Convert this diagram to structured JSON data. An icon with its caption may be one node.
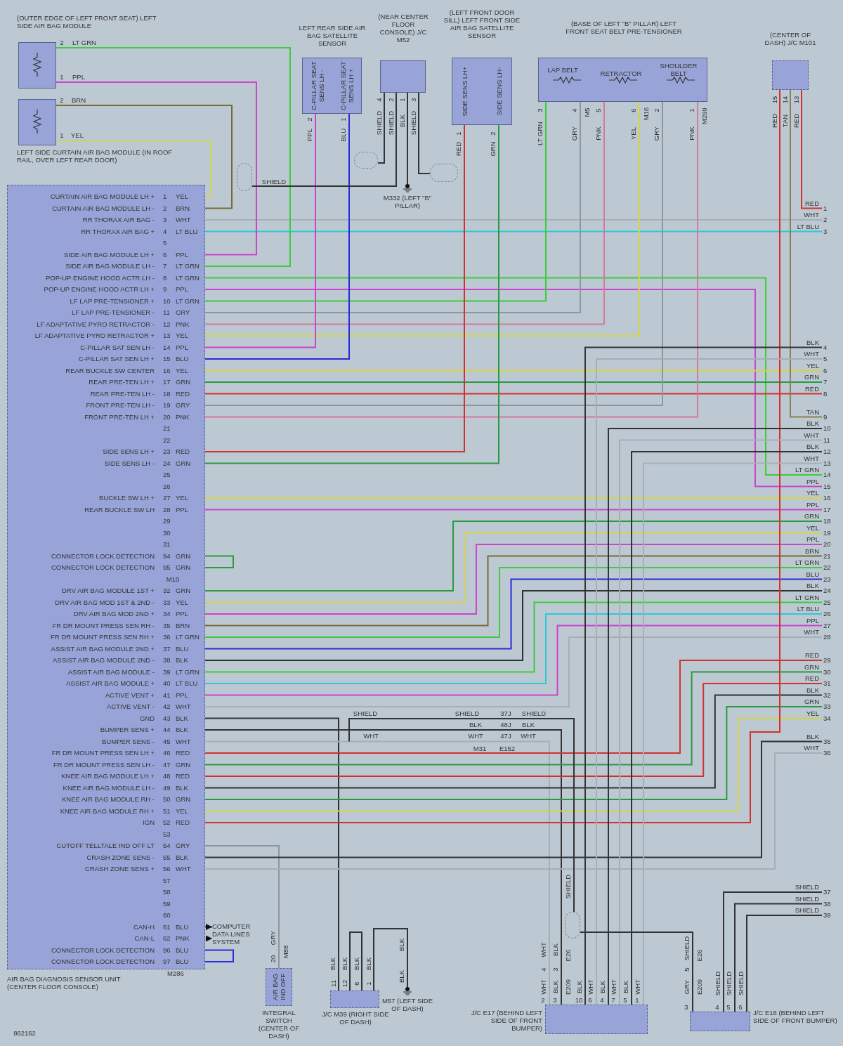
{
  "diagram": {
    "nodes": [
      {
        "text": [
          "(OUTER EDGE OF LEFT FRONT SEAT) LEFT SIDE AIR BAG MODULE"
        ]
      },
      {
        "text": [
          "LEFT SIDE CURTAIN AIR BAG MODULE (IN ROOF RAIL, OVER LEFT REAR DOOR)"
        ]
      },
      {
        "text": [
          "LEFT REAR SIDE AIR BAG SATELLITE SENSOR",
          "C-PILLAR SEAT SENS LH -",
          "C-PILLAR SEAT SENS LH +"
        ]
      },
      {
        "text": [
          "(NEAR CENTER FLOOR CONSOLE) J/C M52"
        ]
      },
      {
        "text": [
          "(LEFT FRONT DOOR SILL) LEFT FRONT SIDE AIR BAG SATELLITE SENSOR",
          "SIDE SENS LH+",
          "SIDE SENS LH-"
        ]
      },
      {
        "text": [
          "(BASE OF LEFT \"B\" PILLAR) LEFT FRONT SEAT BELT PRE-TENSIONER",
          "LAP BELT",
          "RETRACTOR",
          "SHOULDER BELT"
        ]
      },
      {
        "text": [
          "(CENTER OF DASH) J/C M101"
        ]
      },
      {
        "text": [
          "M332 (LEFT \"B\" PILLAR)"
        ]
      },
      {
        "text": [
          "AIR BAG DIAGNOSIS SENSOR UNIT (CENTER FLOOR CONSOLE)"
        ]
      },
      {
        "text": [
          "CURTAIN AIR BAG MODULE LH +",
          "1"
        ],
        "beside": [
          "YEL"
        ],
        "in": 8
      },
      {
        "text": [
          "CURTAIN AIR BAG MODULE LH -",
          "2"
        ],
        "beside": [
          "BRN"
        ],
        "in": 8
      },
      {
        "text": [
          "RR THORAX AIR BAG -",
          "3"
        ],
        "beside": [
          "WHT"
        ],
        "in": 8
      },
      {
        "text": [
          "RR THORAX AIR BAG +",
          "4"
        ],
        "beside": [
          "LT BLU"
        ],
        "in": 8
      },
      {
        "text": [
          "5"
        ],
        "in": 8
      },
      {
        "text": [
          "SIDE AIR BAG MODULE LH +",
          "6"
        ],
        "beside": [
          "PPL"
        ],
        "in": 8
      },
      {
        "text": [
          "SIDE AIR BAG MODULE LH -",
          "7"
        ],
        "beside": [
          "LT GRN"
        ],
        "in": 8
      },
      {
        "text": [
          "POP-UP ENGINE HOOD ACTR LH -",
          "8"
        ],
        "beside": [
          "LT GRN"
        ],
        "in": 8
      },
      {
        "text": [
          "POP-UP ENGINE HOOD ACTR LH +",
          "9"
        ],
        "beside": [
          "PPL"
        ],
        "in": 8
      },
      {
        "text": [
          "LF LAP PRE-TENSIONER +",
          "10"
        ],
        "beside": [
          "LT GRN"
        ],
        "in": 8
      },
      {
        "text": [
          "LF LAP PRE-TENSIONER -",
          "11"
        ],
        "beside": [
          "GRY"
        ],
        "in": 8
      },
      {
        "text": [
          "LF ADAPTATIVE PYRO RETRACTOR -",
          "12"
        ],
        "beside": [
          "PNK"
        ],
        "in": 8
      },
      {
        "text": [
          "LF ADAPTATIVE PYRO RETRACTOR +",
          "13"
        ],
        "beside": [
          "YEL"
        ],
        "in": 8
      },
      {
        "text": [
          "C-PILLAR SAT SEN LH -",
          "14"
        ],
        "beside": [
          "PPL"
        ],
        "in": 8
      },
      {
        "text": [
          "C-PILLAR SAT SEN LH +",
          "15"
        ],
        "beside": [
          "BLU"
        ],
        "in": 8
      },
      {
        "text": [
          "REAR BUCKLE SW CENTER",
          "16"
        ],
        "beside": [
          "YEL"
        ],
        "in": 8
      },
      {
        "text": [
          "REAR PRE-TEN LH +",
          "17"
        ],
        "beside": [
          "GRN"
        ],
        "in": 8
      },
      {
        "text": [
          "REAR PRE-TEN LH -",
          "18"
        ],
        "beside": [
          "RED"
        ],
        "in": 8
      },
      {
        "text": [
          "FRONT PRE-TEN LH -",
          "19"
        ],
        "beside": [
          "GRY"
        ],
        "in": 8
      },
      {
        "text": [
          "FRONT PRE-TEN LH +",
          "20"
        ],
        "beside": [
          "PNK"
        ],
        "in": 8
      },
      {
        "text": [
          "21"
        ],
        "in": 8
      },
      {
        "text": [
          "22"
        ],
        "in": 8
      },
      {
        "text": [
          "SIDE SENS LH +",
          "23"
        ],
        "beside": [
          "RED"
        ],
        "in": 8
      },
      {
        "text": [
          "SIDE SENS LH -",
          "24"
        ],
        "beside": [
          "GRN"
        ],
        "in": 8
      },
      {
        "text": [
          "25"
        ],
        "in": 8
      },
      {
        "text": [
          "26"
        ],
        "in": 8
      },
      {
        "text": [
          "BUCKLE SW LH +",
          "27"
        ],
        "beside": [
          "YEL"
        ],
        "in": 8
      },
      {
        "text": [
          "REAR BUCKLE SW LH",
          "28"
        ],
        "beside": [
          "PPL"
        ],
        "in": 8
      },
      {
        "text": [
          "29"
        ],
        "in": 8
      },
      {
        "text": [
          "30"
        ],
        "in": 8
      },
      {
        "text": [
          "31"
        ],
        "in": 8
      },
      {
        "text": [
          "CONNECTOR LOCK DETECTION",
          "94"
        ],
        "beside": [
          "GRN"
        ],
        "in": 8
      },
      {
        "text": [
          "CONNECTOR LOCK DETECTION",
          "95"
        ],
        "beside": [
          "GRN"
        ],
        "in": 8
      },
      {
        "text": [
          "DRV AIR BAG MODULE 1ST +",
          "32"
        ],
        "beside": [
          "GRN"
        ],
        "in": 8
      },
      {
        "text": [
          "DRV AIR BAG MOD 1ST & 2ND -",
          "33"
        ],
        "beside": [
          "YEL"
        ],
        "in": 8
      },
      {
        "text": [
          "DRV AIR BAG MOD 2ND +",
          "34"
        ],
        "beside": [
          "PPL"
        ],
        "in": 8
      },
      {
        "text": [
          "FR DR MOUNT PRESS SEN RH -",
          "35"
        ],
        "beside": [
          "BRN"
        ],
        "in": 8
      },
      {
        "text": [
          "FR DR MOUNT PRESS SEN RH +",
          "36"
        ],
        "beside": [
          "LT GRN"
        ],
        "in": 8
      },
      {
        "text": [
          "ASSIST AIR BAG MODULE 2ND +",
          "37"
        ],
        "beside": [
          "BLU"
        ],
        "in": 8
      },
      {
        "text": [
          "ASSIST AIR BAG MODULE 2ND -",
          "38"
        ],
        "beside": [
          "BLK"
        ],
        "in": 8
      },
      {
        "text": [
          "ASSIST AIR BAG MODULE -",
          "39"
        ],
        "beside": [
          "LT GRN"
        ],
        "in": 8
      },
      {
        "text": [
          "ASSIST AIR BAG MODULE +",
          "40"
        ],
        "beside": [
          "LT BLU"
        ],
        "in": 8
      },
      {
        "text": [
          "ACTIVE VENT +",
          "41"
        ],
        "beside": [
          "PPL"
        ],
        "in": 8
      },
      {
        "text": [
          "ACTIVE VENT -",
          "42"
        ],
        "beside": [
          "WHT"
        ],
        "in": 8
      },
      {
        "text": [
          "GND",
          "43"
        ],
        "beside": [
          "BLK"
        ],
        "in": 8
      },
      {
        "text": [
          "BUMPER SENS +",
          "44"
        ],
        "beside": [
          "BLK"
        ],
        "in": 8
      },
      {
        "text": [
          "BUMPER SENS -",
          "45"
        ],
        "beside": [
          "WHT"
        ],
        "in": 8
      },
      {
        "text": [
          "FR DR MOUNT PRESS SEN LH +",
          "46"
        ],
        "beside": [
          "RED"
        ],
        "in": 8
      },
      {
        "text": [
          "FR DR MOUNT PRESS SEN LH -",
          "47"
        ],
        "beside": [
          "GRN"
        ],
        "in": 8
      },
      {
        "text": [
          "KNEE AIR BAG MODULE LH +",
          "48"
        ],
        "beside": [
          "RED"
        ],
        "in": 8
      },
      {
        "text": [
          "KNEE AIR BAG MODULE LH -",
          "49"
        ],
        "beside": [
          "BLK"
        ],
        "in": 8
      },
      {
        "text": [
          "KNEE AIR BAG MODULE RH -",
          "50"
        ],
        "beside": [
          "GRN"
        ],
        "in": 8
      },
      {
        "text": [
          "KNEE AIR BAG MODULE RH +",
          "51"
        ],
        "beside": [
          "YEL"
        ],
        "in": 8
      },
      {
        "text": [
          "IGN",
          "52"
        ],
        "beside": [
          "RED"
        ],
        "in": 8
      },
      {
        "text": [
          "53"
        ],
        "in": 8
      },
      {
        "text": [
          "CUTOFF TELLTALE IND OFF LT",
          "54"
        ],
        "beside": [
          "GRY"
        ],
        "in": 8
      },
      {
        "text": [
          "CRASH ZONE SENS -",
          "55"
        ],
        "beside": [
          "BLK"
        ],
        "in": 8
      },
      {
        "text": [
          "CRASH ZONE SENS +",
          "56"
        ],
        "beside": [
          "WHT"
        ],
        "in": 8
      },
      {
        "text": [
          "57"
        ],
        "in": 8
      },
      {
        "text": [
          "58"
        ],
        "in": 8
      },
      {
        "text": [
          "59"
        ],
        "in": 8
      },
      {
        "text": [
          "60"
        ],
        "in": 8
      },
      {
        "text": [
          "CAN-H",
          "61"
        ],
        "beside": [
          "BLU"
        ],
        "in": 8
      },
      {
        "text": [
          "CAN-L",
          "62"
        ],
        "beside": [
          "PNK"
        ],
        "in": 8
      },
      {
        "text": [
          "CONNECTOR LOCK DETECTION",
          "96"
        ],
        "beside": [
          "BLU"
        ],
        "in": 8
      },
      {
        "text": [
          "CONNECTOR LOCK DETECTION",
          "97"
        ],
        "beside": [
          "BLU"
        ],
        "in": 8
      },
      {
        "text": [
          "COMPUTER DATA LINES SYSTEM"
        ]
      },
      {
        "text": [
          "AIR BAG IND OFF",
          "INTEGRAL SWITCH (CENTER OF DASH)"
        ]
      },
      {
        "text": [
          "J/C M39 (RIGHT SIDE OF DASH)"
        ]
      },
      {
        "text": [
          "M57 (LEFT SIDE OF DASH)"
        ]
      },
      {
        "text": [
          "J/C E17 (BEHIND LEFT SIDE OF FRONT BUMPER)"
        ]
      },
      {
        "text": [
          "J/C E18 (BEHIND LEFT SIDE OF FRONT BUMPER)"
        ]
      },
      {
        "text": [
          "1"
        ]
      },
      {
        "text": [
          "2"
        ]
      },
      {
        "text": [
          "3"
        ]
      },
      {
        "text": [
          "4"
        ]
      },
      {
        "text": [
          "5"
        ]
      },
      {
        "text": [
          "6"
        ]
      },
      {
        "text": [
          "7"
        ]
      },
      {
        "text": [
          "8"
        ]
      },
      {
        "text": [
          "9"
        ]
      },
      {
        "text": [
          "10"
        ]
      },
      {
        "text": [
          "11"
        ]
      },
      {
        "text": [
          "12"
        ]
      },
      {
        "text": [
          "13"
        ]
      },
      {
        "text": [
          "14"
        ]
      },
      {
        "text": [
          "15"
        ]
      },
      {
        "text": [
          "16"
        ]
      },
      {
        "text": [
          "17"
        ]
      },
      {
        "text": [
          "18"
        ]
      },
      {
        "text": [
          "19"
        ]
      },
      {
        "text": [
          "20"
        ]
      },
      {
        "text": [
          "21"
        ]
      },
      {
        "text": [
          "22"
        ]
      },
      {
        "text": [
          "23"
        ]
      },
      {
        "text": [
          "24"
        ]
      },
      {
        "text": [
          "25"
        ]
      },
      {
        "text": [
          "26"
        ]
      },
      {
        "text": [
          "27"
        ]
      },
      {
        "text": [
          "28"
        ]
      },
      {
        "text": [
          "29"
        ]
      },
      {
        "text": [
          "30"
        ]
      },
      {
        "text": [
          "31"
        ]
      },
      {
        "text": [
          "32"
        ]
      },
      {
        "text": [
          "33"
        ]
      },
      {
        "text": [
          "34"
        ]
      },
      {
        "text": [
          "35"
        ]
      },
      {
        "text": [
          "36"
        ]
      },
      {
        "text": [
          "37"
        ]
      },
      {
        "text": [
          "38"
        ]
      },
      {
        "text": [
          "39"
        ]
      },
      {
        "text": [],
        "shape": "oval"
      },
      {
        "text": [],
        "shape": "oval"
      },
      {
        "text": [],
        "shape": "oval"
      },
      {
        "text": [],
        "shape": "oval"
      }
    ],
    "edges": [
      {
        "from": 9,
        "to": 1,
        "arrow": "none",
        "label": "YEL",
        "color": "#d4d44a"
      },
      {
        "from": 10,
        "to": 1,
        "arrow": "none",
        "label": "BRN",
        "color": "#7b6838"
      },
      {
        "from": 11,
        "to": 82,
        "arrow": "none",
        "label": "WHT",
        "color": "#a8aeb4"
      },
      {
        "from": 12,
        "to": 83,
        "arrow": "none",
        "label": "LT BLU",
        "color": "#2ec8d8"
      },
      {
        "from": 14,
        "to": 0,
        "arrow": "none",
        "label": "PPL",
        "color": "#cc44cc"
      },
      {
        "from": 15,
        "to": 0,
        "arrow": "none",
        "label": "LT GRN",
        "color": "#3ccc3c"
      },
      {
        "from": 16,
        "to": 94,
        "arrow": "none",
        "label": "LT GRN",
        "color": "#3ccc3c"
      },
      {
        "from": 17,
        "to": 95,
        "arrow": "none",
        "label": "PPL",
        "color": "#cc44cc"
      },
      {
        "from": 18,
        "to": 5,
        "arrow": "none",
        "label": "LT GRN",
        "color": "#3ccc3c"
      },
      {
        "from": 19,
        "to": 5,
        "arrow": "none",
        "label": "GRY",
        "color": "#8f969b"
      },
      {
        "from": 20,
        "to": 5,
        "arrow": "none",
        "label": "PNK",
        "color": "#d8789a"
      },
      {
        "from": 21,
        "to": 5,
        "arrow": "none",
        "label": "YEL",
        "color": "#d4d44a"
      },
      {
        "from": 22,
        "to": 2,
        "arrow": "none",
        "label": "PPL",
        "color": "#cc44cc"
      },
      {
        "from": 23,
        "to": 2,
        "arrow": "none",
        "label": "BLU",
        "color": "#2a2ad8"
      },
      {
        "from": 24,
        "to": 86,
        "arrow": "none",
        "label": "YEL",
        "color": "#d4d44a"
      },
      {
        "from": 25,
        "to": 87,
        "arrow": "none",
        "label": "GRN",
        "color": "#2a9a40"
      },
      {
        "from": 26,
        "to": 88,
        "arrow": "none",
        "label": "RED",
        "color": "#d43030"
      },
      {
        "from": 27,
        "to": 5,
        "arrow": "none",
        "label": "GRY",
        "color": "#8f969b"
      },
      {
        "from": 28,
        "to": 5,
        "arrow": "none",
        "label": "PNK",
        "color": "#d8789a"
      },
      {
        "from": 31,
        "to": 4,
        "arrow": "none",
        "label": "RED",
        "color": "#d43030"
      },
      {
        "from": 32,
        "to": 4,
        "arrow": "none",
        "label": "GRN",
        "color": "#2a9a40"
      },
      {
        "from": 35,
        "to": 96,
        "arrow": "none",
        "label": "YEL",
        "color": "#d4d44a"
      },
      {
        "from": 36,
        "to": 97,
        "arrow": "none",
        "label": "PPL",
        "color": "#cc44cc"
      },
      {
        "from": 40,
        "to": 41,
        "arrow": "none",
        "color": "#2a9a40"
      },
      {
        "from": 42,
        "to": 98,
        "arrow": "none",
        "label": "GRN",
        "color": "#2a9a40"
      },
      {
        "from": 43,
        "to": 99,
        "arrow": "none",
        "label": "YEL",
        "color": "#d4d44a"
      },
      {
        "from": 44,
        "to": 100,
        "arrow": "none",
        "label": "PPL",
        "color": "#cc44cc"
      },
      {
        "from": 45,
        "to": 101,
        "arrow": "none",
        "label": "BRN",
        "color": "#7b6838"
      },
      {
        "from": 46,
        "to": 102,
        "arrow": "none",
        "label": "LT GRN",
        "color": "#3ccc3c"
      },
      {
        "from": 47,
        "to": 103,
        "arrow": "none",
        "label": "BLU",
        "color": "#2a2ad8"
      },
      {
        "from": 48,
        "to": 104,
        "arrow": "none",
        "label": "BLK",
        "color": "#333333"
      },
      {
        "from": 49,
        "to": 105,
        "arrow": "none",
        "label": "LT GRN",
        "color": "#3ccc3c"
      },
      {
        "from": 50,
        "to": 106,
        "arrow": "none",
        "label": "LT BLU",
        "color": "#2ec8d8"
      },
      {
        "from": 51,
        "to": 107,
        "arrow": "none",
        "label": "PPL",
        "color": "#cc44cc"
      },
      {
        "from": 52,
        "to": 108,
        "arrow": "none",
        "label": "WHT",
        "color": "#a8aeb4"
      },
      {
        "from": 53,
        "to": 77,
        "arrow": "none",
        "label": "BLK",
        "color": "#333333"
      },
      {
        "from": 54,
        "to": 79,
        "arrow": "none",
        "label": "BLK",
        "color": "#333333"
      },
      {
        "from": 55,
        "to": 79,
        "arrow": "none",
        "label": "WHT",
        "color": "#a8aeb4"
      },
      {
        "from": 56,
        "to": 109,
        "arrow": "none",
        "label": "RED",
        "color": "#d43030"
      },
      {
        "from": 57,
        "to": 110,
        "arrow": "none",
        "label": "GRN",
        "color": "#2a9a40"
      },
      {
        "from": 58,
        "to": 111,
        "arrow": "none",
        "label": "RED",
        "color": "#d43030"
      },
      {
        "from": 59,
        "to": 112,
        "arrow": "none",
        "label": "BLK",
        "color": "#333333"
      },
      {
        "from": 60,
        "to": 113,
        "arrow": "none",
        "label": "GRN",
        "color": "#2a9a40"
      },
      {
        "from": 61,
        "to": 114,
        "arrow": "none",
        "label": "YEL",
        "color": "#d4d44a"
      },
      {
        "from": 62,
        "to": 6,
        "arrow": "none",
        "label": "RED",
        "color": "#d43030"
      },
      {
        "from": 64,
        "to": 76,
        "arrow": "none",
        "label": "GRY",
        "color": "#8f969b"
      },
      {
        "from": 65,
        "to": 115,
        "arrow": "none",
        "label": "BLK",
        "color": "#333333"
      },
      {
        "from": 66,
        "to": 116,
        "arrow": "none",
        "label": "WHT",
        "color": "#a8aeb4"
      },
      {
        "from": 71,
        "to": 75,
        "arrow": "to",
        "color": "#2a2ad8"
      },
      {
        "from": 72,
        "to": 75,
        "arrow": "to",
        "color": "#d8789a"
      },
      {
        "from": 73,
        "to": 74,
        "arrow": "none",
        "color": "#2a2ad8"
      },
      {
        "from": 6,
        "to": 81,
        "arrow": "none",
        "label": "RED",
        "color": "#d43030"
      },
      {
        "from": 6,
        "to": 89,
        "arrow": "none",
        "label": "TAN",
        "color": "#8c8054"
      },
      {
        "from": 120,
        "to": 3,
        "arrow": "none",
        "label": "SHIELD",
        "color": "#333333"
      },
      {
        "from": 121,
        "to": 3,
        "arrow": "none",
        "color": "#333333"
      },
      {
        "from": 122,
        "to": 3,
        "arrow": "none",
        "color": "#333333"
      },
      {
        "from": 3,
        "to": 7,
        "arrow": "none",
        "label": "BLK",
        "color": "#333333"
      },
      {
        "from": 79,
        "to": 84,
        "arrow": "none",
        "label": "BLK",
        "color": "#333333"
      },
      {
        "from": 79,
        "to": 85,
        "arrow": "none",
        "label": "WHT",
        "color": "#a8aeb4"
      },
      {
        "from": 79,
        "to": 90,
        "arrow": "none",
        "label": "BLK",
        "color": "#333333"
      },
      {
        "from": 79,
        "to": 91,
        "arrow": "none",
        "label": "WHT",
        "color": "#a8aeb4"
      },
      {
        "from": 79,
        "to": 92,
        "arrow": "none",
        "label": "BLK",
        "color": "#333333"
      },
      {
        "from": 79,
        "to": 93,
        "arrow": "none",
        "label": "WHT",
        "color": "#a8aeb4"
      },
      {
        "from": 80,
        "to": 117,
        "arrow": "none",
        "label": "SHIELD",
        "color": "#333333"
      },
      {
        "from": 80,
        "to": 118,
        "arrow": "none",
        "label": "SHIELD",
        "color": "#333333"
      },
      {
        "from": 80,
        "to": 119,
        "arrow": "none",
        "label": "SHIELD",
        "color": "#333333"
      },
      {
        "from": 123,
        "to": 80,
        "arrow": "none",
        "label": "GRY",
        "color": "#333333"
      },
      {
        "from": 77,
        "to": 78,
        "arrow": "none",
        "label": "BLK",
        "color": "#333333"
      },
      {
        "from": null,
        "to": 123,
        "arrow": "none",
        "color": "#333333"
      }
    ],
    "labels": [
      "2",
      "1",
      "2",
      "1",
      "2",
      "1",
      "4",
      "2",
      "1",
      "3",
      "SHIELD",
      "SHIELD",
      "SHIELD",
      "1",
      "2",
      "3",
      "4",
      "5",
      "6",
      "2",
      "1",
      "M5",
      "M16",
      "M299",
      "15",
      "14",
      "13",
      "M10",
      "M286",
      "SHIELD",
      "WHT",
      "SHIELD",
      "BLK",
      "WHT",
      "M31",
      "37J",
      "48J",
      "47J",
      "E152",
      "SHIELD",
      "BLK",
      "WHT",
      "20",
      "M88",
      "11",
      "12",
      "6",
      "1",
      "BLK",
      "BLK",
      "BLK",
      "BLK",
      "4",
      "WHT",
      "3",
      "BLK",
      "E26",
      "SHIELD",
      "2",
      "3",
      "10",
      "6",
      "4",
      "7",
      "5",
      "1",
      "E209",
      "5",
      "SHIELD",
      "E26",
      "E209",
      "3",
      "4",
      "5",
      "6",
      "862162",
      "BLK",
      "WHT",
      "BLK",
      "WHT",
      "BLK",
      "WHT",
      "SHIELD",
      "SHIELD",
      "SHIELD",
      "TAN",
      "RED"
    ]
  }
}
